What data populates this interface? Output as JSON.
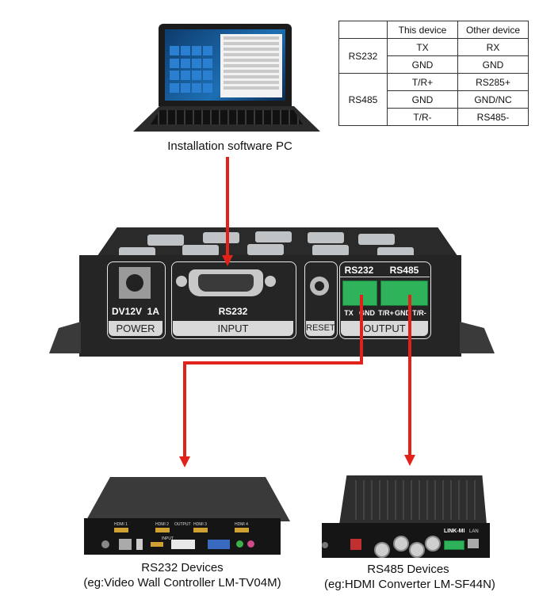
{
  "pc": {
    "caption": "Installation software PC"
  },
  "pin_table": {
    "headers": [
      "This device",
      "Other device"
    ],
    "groups": [
      {
        "name": "RS232",
        "rows": [
          [
            "TX",
            "RX"
          ],
          [
            "GND",
            "GND"
          ]
        ]
      },
      {
        "name": "RS485",
        "rows": [
          [
            "T/R+",
            "RS285+"
          ],
          [
            "GND",
            "GND/NC"
          ],
          [
            "T/R-",
            "RS485-"
          ]
        ]
      }
    ]
  },
  "device": {
    "power_spec": "DV12V  1A",
    "power_label": "POWER",
    "input_port": "RS232",
    "input_label": "INPUT",
    "reset_label": "RESET",
    "output_label": "OUTPUT",
    "rs232_header": "RS232",
    "rs485_header": "RS485",
    "pins": [
      "TX",
      "GND",
      "T/R+",
      "GND",
      "T/R-"
    ]
  },
  "rs232_devices": {
    "line1": "RS232 Devices",
    "line2": "(eg:Video Wall Controller LM-TV04M)",
    "labels": {
      "hdmi1": "HDMI 1",
      "hdmi2": "HDMI 2",
      "output": "OUTPUT",
      "hdmi3": "HDMI 3",
      "hdmi4": "HDMI 4",
      "input": "INPUT"
    }
  },
  "rs485_devices": {
    "line1": "RS485 Devices",
    "line2": "(eg:HDMI Converter LM-SF44N)",
    "brand": "LINK-MI",
    "lan": "LAN"
  },
  "colors": {
    "arrow": "#e0221b",
    "terminal": "#2fb35a"
  }
}
